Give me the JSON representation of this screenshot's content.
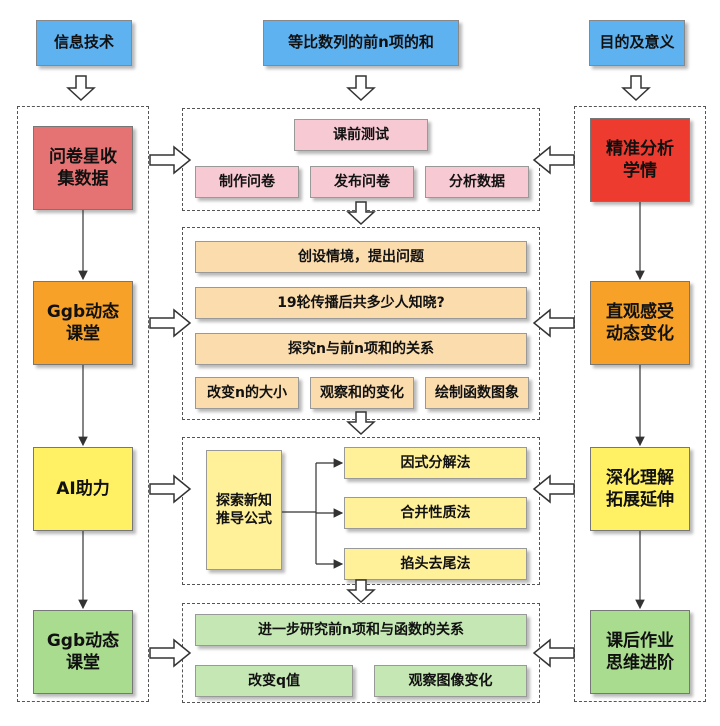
{
  "headers": {
    "left": "信息技术",
    "center": "等比数列的前n项的和",
    "right": "目的及意义"
  },
  "left_column": [
    "问卷星收\n集数据",
    "Ggb动态\n课堂",
    "AI助力",
    "Ggb动态\n课堂"
  ],
  "right_column": [
    "精准分析\n学情",
    "直观感受\n动态变化",
    "深化理解\n拓展延伸",
    "课后作业\n思维进阶"
  ],
  "section1": {
    "title": "课前测试",
    "items": [
      "制作问卷",
      "发布问卷",
      "分析数据"
    ]
  },
  "section2": {
    "rows": [
      "创设情境，提出问题",
      "19轮传播后共多少人知晓?",
      "探究n与前n项和的关系"
    ],
    "items": [
      "改变n的大小",
      "观察和的变化",
      "绘制函数图象"
    ]
  },
  "section3": {
    "main": "探索新知\n推导公式",
    "methods": [
      "因式分解法",
      "合并性质法",
      "掐头去尾法"
    ]
  },
  "section4": {
    "title": "进一步研究前n项和与函数的关系",
    "items": [
      "改变q值",
      "观察图像变化"
    ]
  },
  "colors": {
    "header": "#5fb2f0",
    "left": [
      "#e57373",
      "#f7a128",
      "#fff064",
      "#a9dc8f"
    ],
    "right": [
      "#ee3b2f",
      "#f7a128",
      "#fff064",
      "#a9dc8f"
    ],
    "section1": "#f7c9d3",
    "section2": "#fbdcad",
    "section3": "#fff09a",
    "section4": "#c5e7b4"
  }
}
